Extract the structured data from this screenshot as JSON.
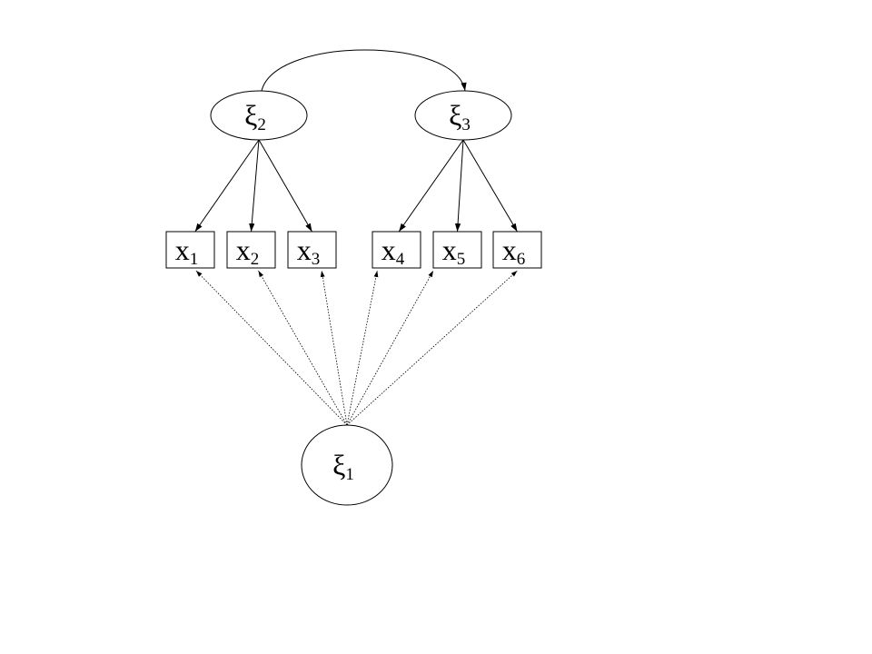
{
  "diagram": {
    "latents": [
      {
        "id": "xi2",
        "symbol": "ξ",
        "sub": "2"
      },
      {
        "id": "xi3",
        "symbol": "ξ",
        "sub": "3"
      },
      {
        "id": "xi1",
        "symbol": "ξ",
        "sub": "1"
      }
    ],
    "indicators": [
      {
        "id": "x1",
        "symbol": "x",
        "sub": "1"
      },
      {
        "id": "x2",
        "symbol": "x",
        "sub": "2"
      },
      {
        "id": "x3",
        "symbol": "x",
        "sub": "3"
      },
      {
        "id": "x4",
        "symbol": "x",
        "sub": "4"
      },
      {
        "id": "x5",
        "symbol": "x",
        "sub": "5"
      },
      {
        "id": "x6",
        "symbol": "x",
        "sub": "6"
      }
    ],
    "paths": [
      {
        "from": "xi2",
        "to": "x1",
        "style": "solid"
      },
      {
        "from": "xi2",
        "to": "x2",
        "style": "solid"
      },
      {
        "from": "xi2",
        "to": "x3",
        "style": "solid"
      },
      {
        "from": "xi3",
        "to": "x4",
        "style": "solid"
      },
      {
        "from": "xi3",
        "to": "x5",
        "style": "solid"
      },
      {
        "from": "xi3",
        "to": "x6",
        "style": "solid"
      },
      {
        "from": "xi1",
        "to": "x1",
        "style": "dotted"
      },
      {
        "from": "xi1",
        "to": "x2",
        "style": "dotted"
      },
      {
        "from": "xi1",
        "to": "x3",
        "style": "dotted"
      },
      {
        "from": "xi1",
        "to": "x4",
        "style": "dotted"
      },
      {
        "from": "xi1",
        "to": "x5",
        "style": "dotted"
      },
      {
        "from": "xi1",
        "to": "x6",
        "style": "dotted"
      }
    ],
    "covariance": {
      "from": "xi2",
      "to": "xi3"
    }
  }
}
